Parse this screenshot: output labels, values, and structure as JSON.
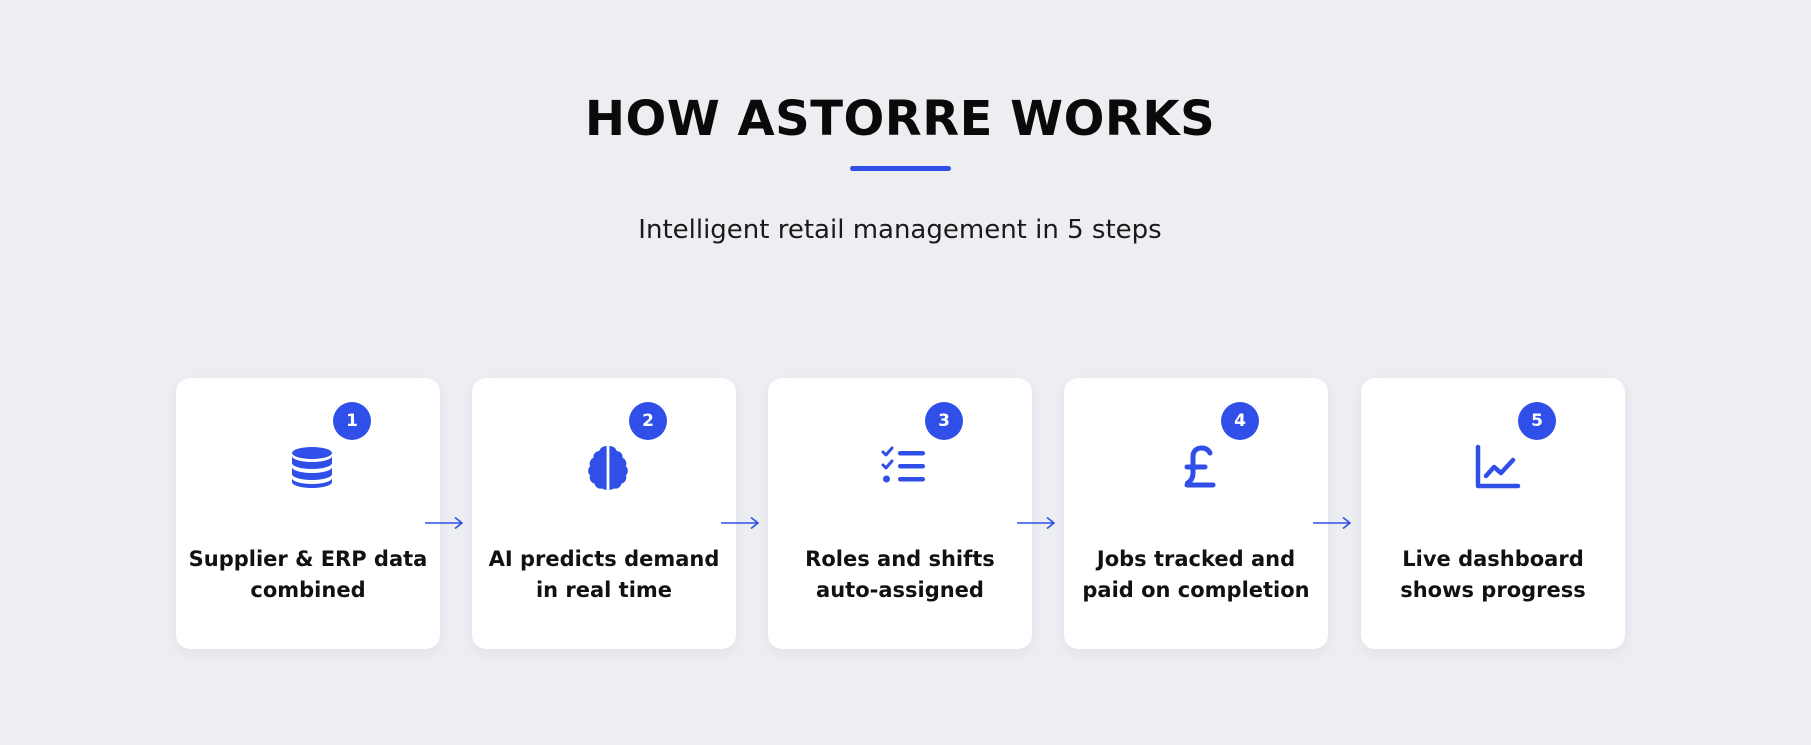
{
  "header": {
    "title": "HOW ASTORRE WORKS",
    "subtitle": "Intelligent retail management in 5 steps"
  },
  "colors": {
    "accent": "#2f4fe8",
    "background": "#edeef2",
    "card": "#ffffff"
  },
  "steps": [
    {
      "number": "1",
      "icon": "database-icon",
      "line1": "Supplier & ERP data",
      "line2": "combined"
    },
    {
      "number": "2",
      "icon": "brain-icon",
      "line1": "AI predicts demand",
      "line2": "in real time"
    },
    {
      "number": "3",
      "icon": "checklist-icon",
      "line1": "Roles and shifts",
      "line2": "auto-assigned"
    },
    {
      "number": "4",
      "icon": "pound-icon",
      "line1": "Jobs tracked and",
      "line2": "paid on completion"
    },
    {
      "number": "5",
      "icon": "chart-line-icon",
      "line1": "Live dashboard",
      "line2": "shows progress"
    }
  ]
}
